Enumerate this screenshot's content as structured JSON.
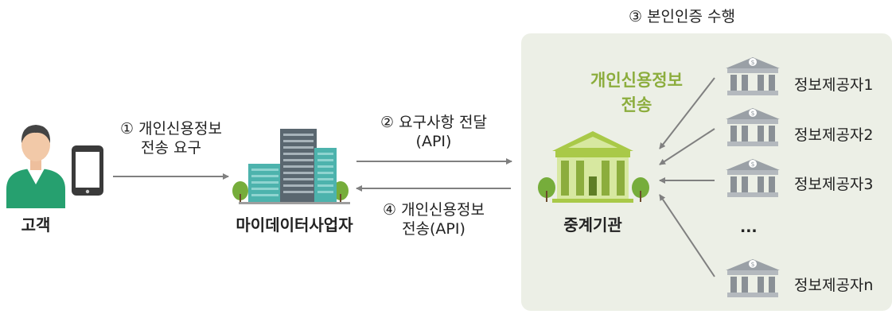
{
  "step3": "③ 본인인증 수행",
  "customer": {
    "label": "고객"
  },
  "mydata": {
    "label": "마이데이터사업자"
  },
  "relay": {
    "label": "중계기관",
    "note_line1": "개인신용정보",
    "note_line2": "전송"
  },
  "step1": {
    "line1": "① 개인신용정보",
    "line2": "전송 요구"
  },
  "step2": {
    "line1": "② 요구사항 전달",
    "line2": "(API)"
  },
  "step4": {
    "line1": "④ 개인신용정보",
    "line2": "전송(API)"
  },
  "providers": [
    "정보제공자1",
    "정보제공자2",
    "정보제공자3",
    "정보제공자n"
  ],
  "ellipsis": "...",
  "colors": {
    "panel": "#ecefe6",
    "accent_green": "#8cad3d",
    "arrow": "#808080"
  }
}
